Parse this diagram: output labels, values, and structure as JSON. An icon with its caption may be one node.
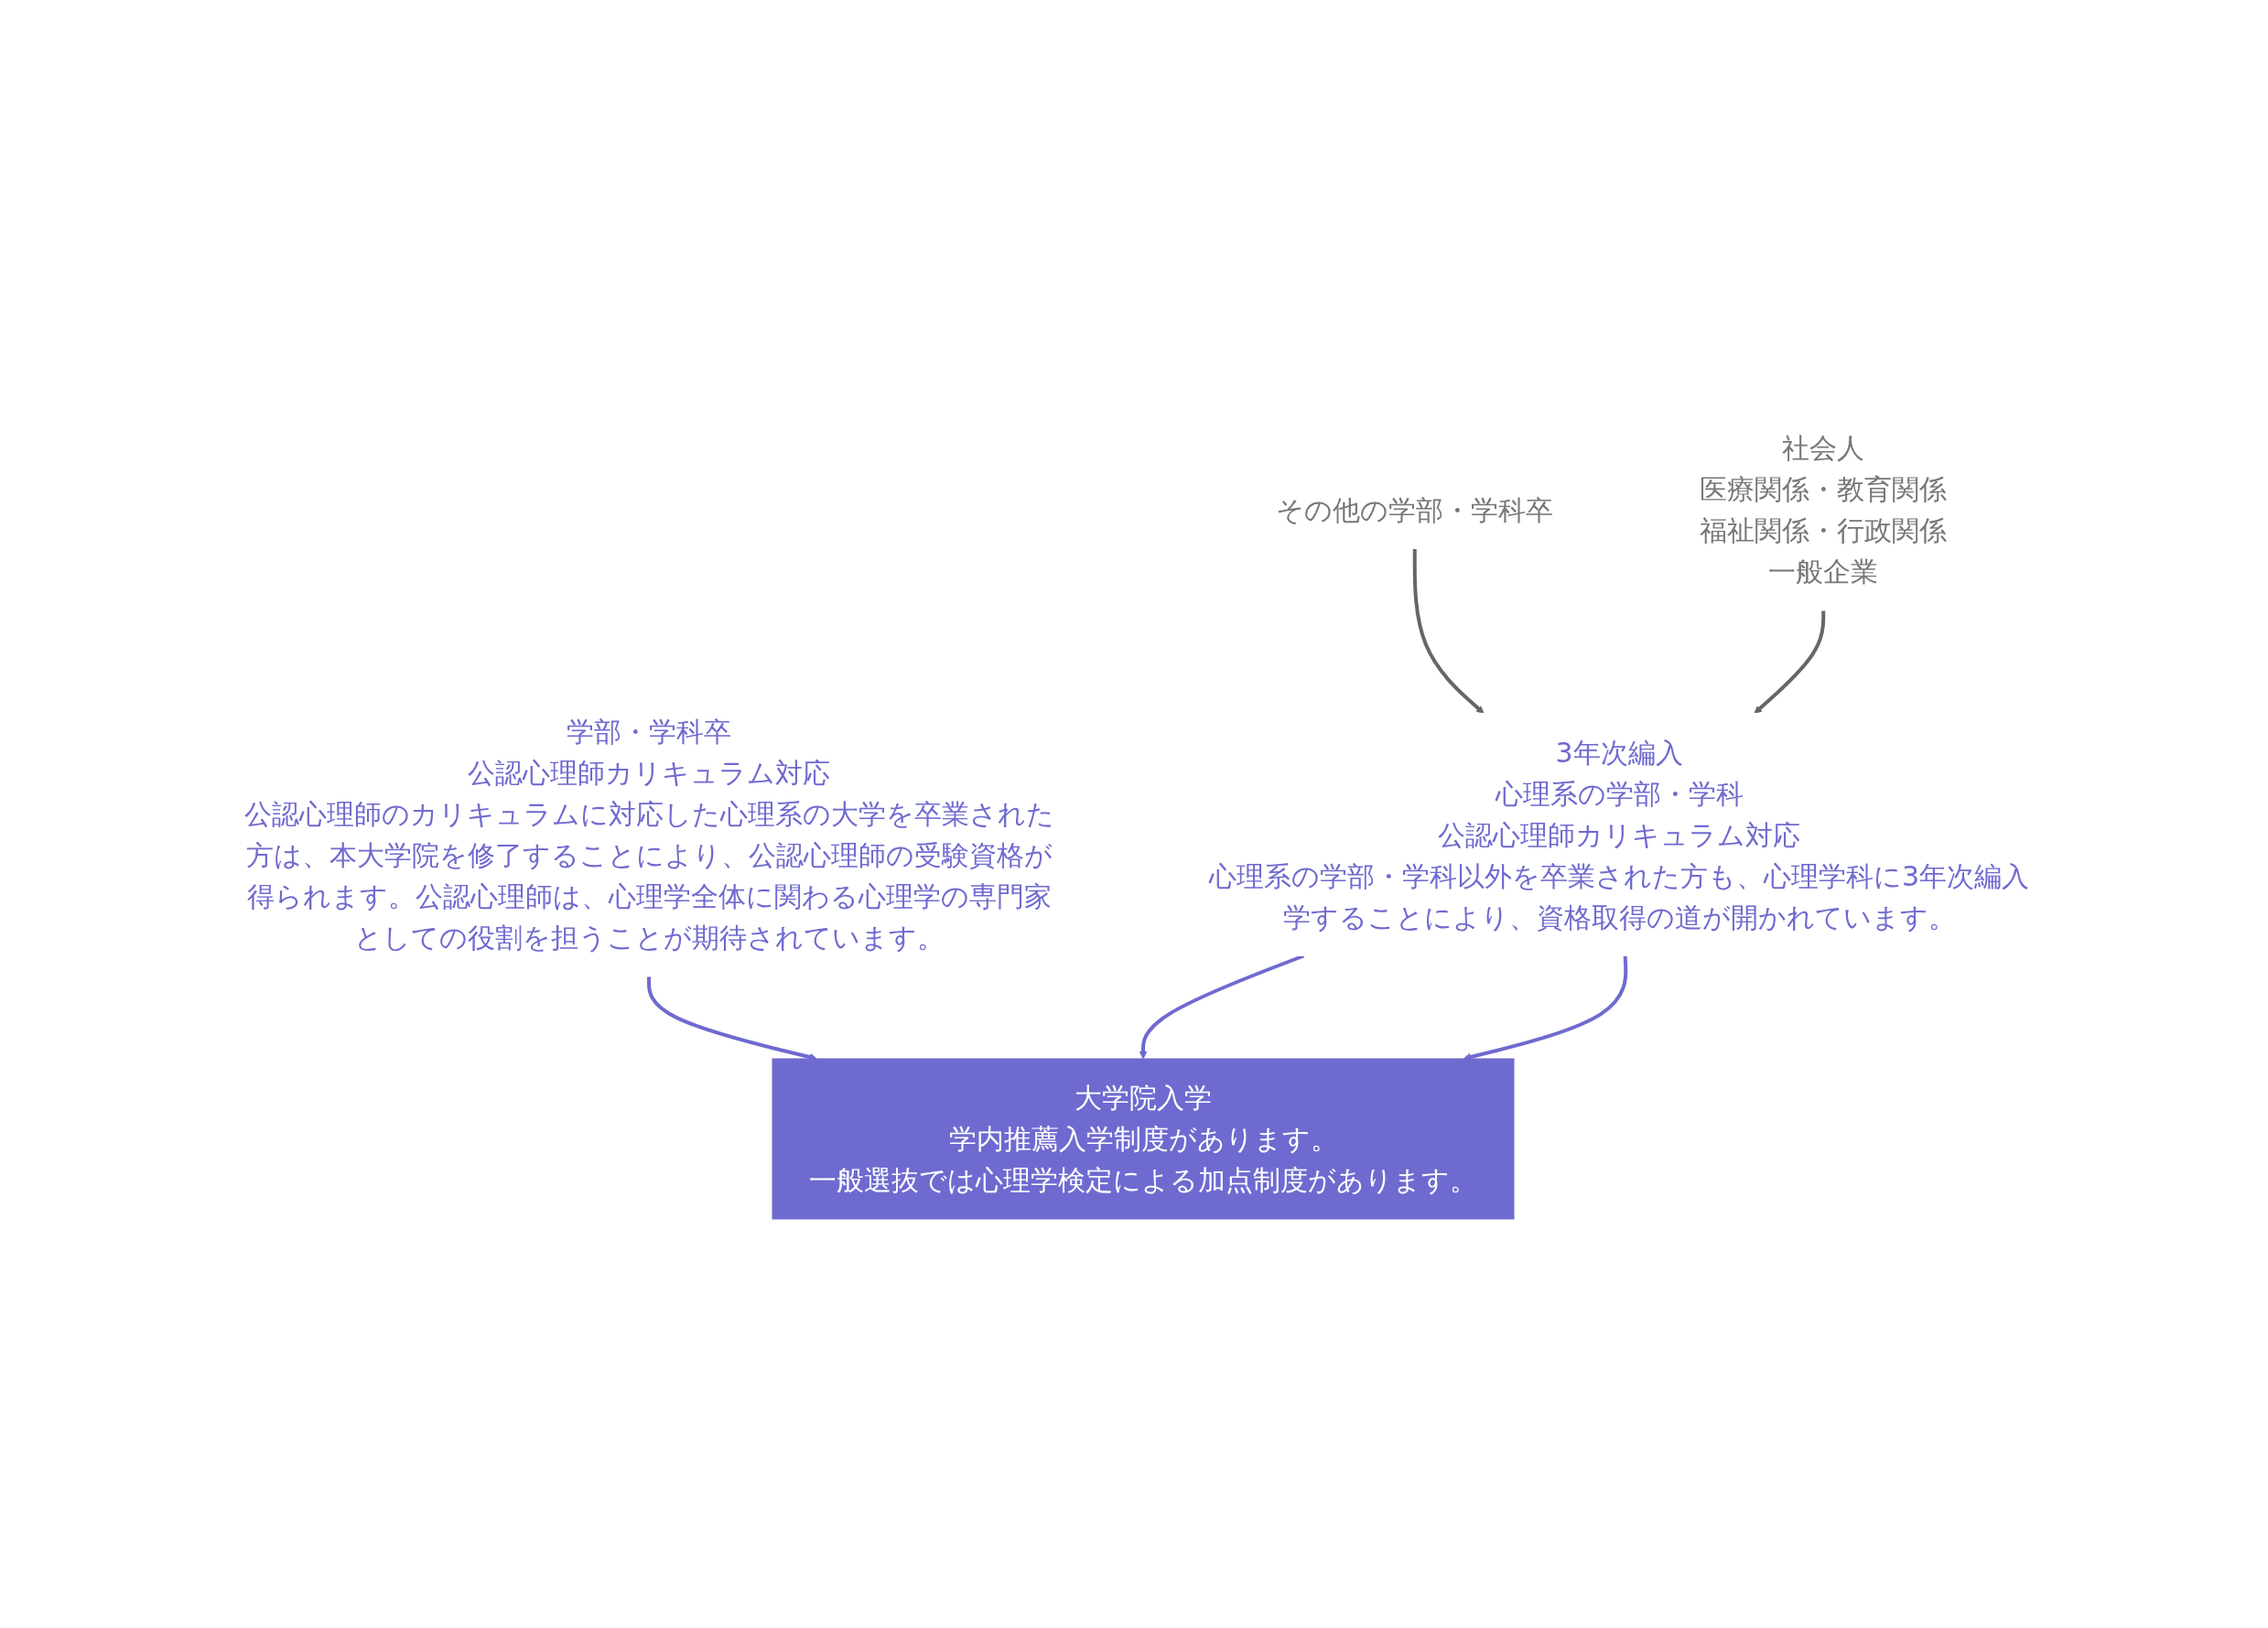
{
  "diagram": {
    "nodes": [
      {
        "text": [
          "学部・学科卒",
          "公認心理師カリキュラム対応",
          "公認心理師のカリキュラムに対応した心理系の大学を卒業された方は、本大学院を修了することにより、公認心理師の受験資格が得られます。公認心理師は、心理学全体に関わる心理学の専門家としての役割を担うことが期待されています。"
        ]
      },
      {
        "text": [
          "その他の学部・学科卒"
        ]
      },
      {
        "text": [
          "社会人",
          "医療関係・教育関係",
          "福祉関係・行政関係",
          "一般企業"
        ]
      },
      {
        "text": [
          "3年次編入",
          "心理系の学部・学科",
          "公認心理師カリキュラム対応",
          "心理系の学部・学科以外を卒業された方も、心理学科に3年次編入学することにより、資格取得の道が開かれています。"
        ]
      },
      {
        "text": [
          "大学院入学",
          "学内推薦入学制度があります。",
          "一般選抜では心理学検定による加点制度があります。"
        ]
      }
    ],
    "edges": [
      {
        "from": 1,
        "to": 3,
        "arrow": "to",
        "color": "#666666"
      },
      {
        "from": 2,
        "to": 3,
        "arrow": "to",
        "color": "#666666"
      },
      {
        "from": 0,
        "to": 4,
        "arrow": "to"
      },
      {
        "from": 3,
        "to": 4,
        "arrow": "to"
      },
      {
        "from": 3,
        "to": 4,
        "arrow": "to"
      }
    ]
  }
}
